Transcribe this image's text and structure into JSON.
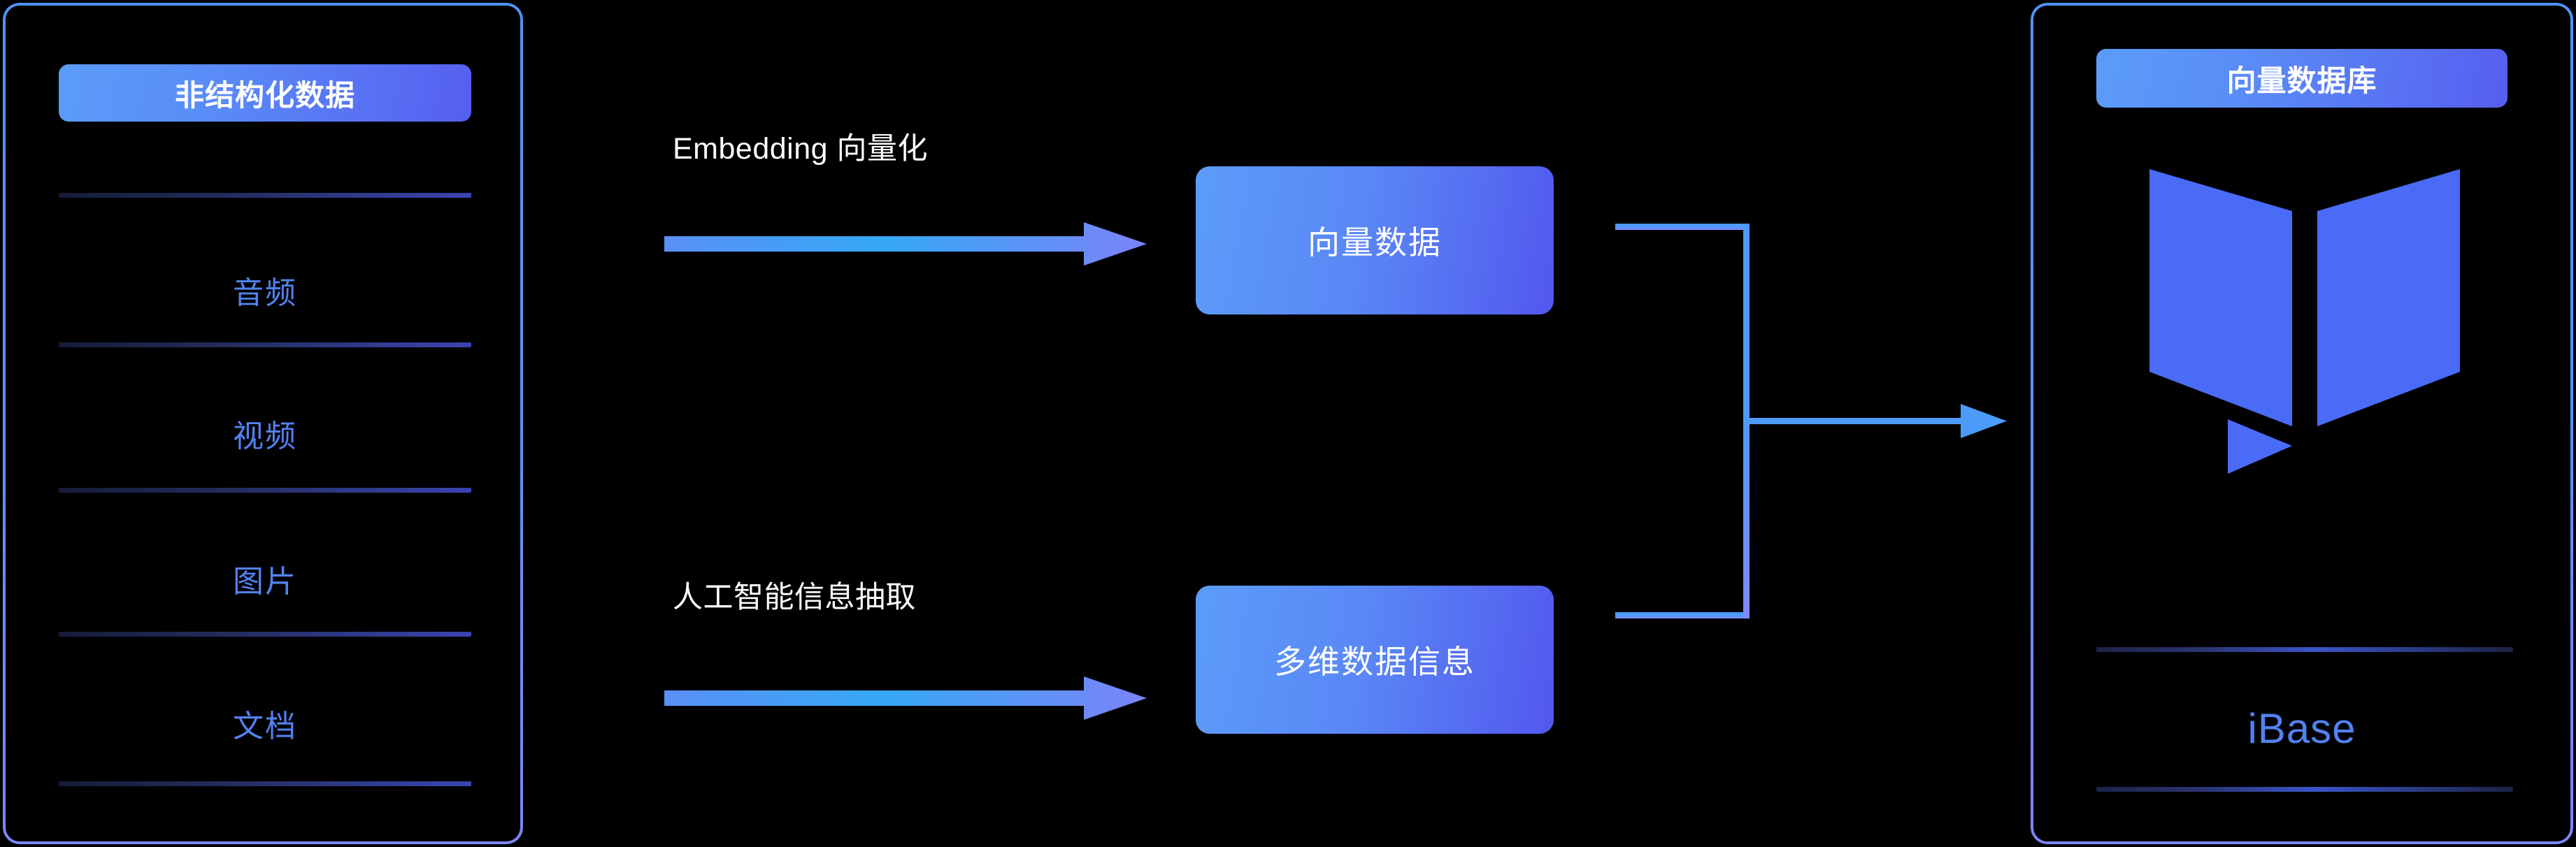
{
  "diagram": {
    "title": "Unstructured data to vector database flow",
    "background_color": "#000000",
    "accent_color": "#5282f0",
    "panel_border_color": "#5b9cf8"
  },
  "left_panel": {
    "header_label": "非结构化数据",
    "items": [
      {
        "label": "音频"
      },
      {
        "label": "视频"
      },
      {
        "label": "图片"
      },
      {
        "label": "文档"
      }
    ]
  },
  "flows": [
    {
      "label": "Embedding 向量化",
      "arrow_icon": "right-arrow-icon",
      "target_box": "向量数据"
    },
    {
      "label": "人工智能信息抽取",
      "arrow_icon": "right-arrow-icon",
      "target_box": "多维数据信息"
    }
  ],
  "middle_boxes": [
    {
      "label": "向量数据"
    },
    {
      "label": "多维数据信息"
    }
  ],
  "connector": {
    "icon": "bracket-merge-arrow-icon",
    "arrow_icon": "right-arrow-icon"
  },
  "right_panel": {
    "header_label": "向量数据库",
    "logo_icon": "open-book-logo-icon",
    "product_name": "iBase"
  }
}
